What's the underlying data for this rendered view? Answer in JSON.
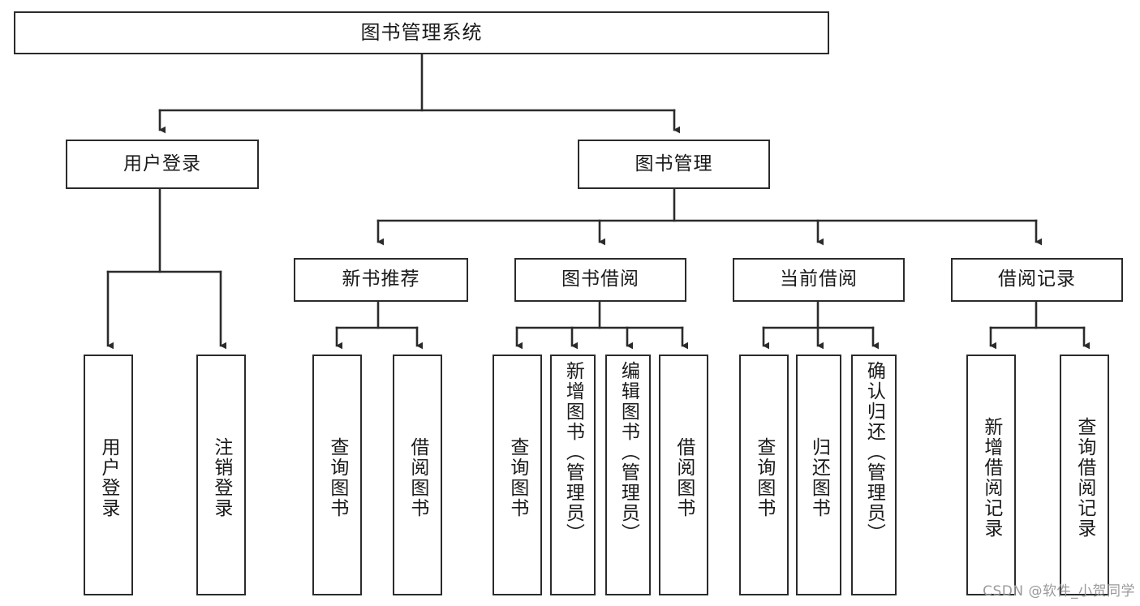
{
  "diagram": {
    "title_text": "图书管理系统",
    "type": "tree-hierarchy",
    "watermark": "CSDN @软件_小贺同学",
    "colors": {
      "box_border": "#2b2b2b",
      "box_fill": "#ffffff",
      "connector": "#2b2b2b",
      "text": "#1a1a1a",
      "watermark": "#9a9a9a",
      "background": "#ffffff"
    },
    "root": {
      "label": "图书管理系统"
    },
    "level2": [
      {
        "label": "用户登录"
      },
      {
        "label": "图书管理"
      }
    ],
    "level3": [
      {
        "label": "新书推荐"
      },
      {
        "label": "图书借阅"
      },
      {
        "label": "当前借阅"
      },
      {
        "label": "借阅记录"
      }
    ],
    "leaves": {
      "user_login": [
        {
          "label": "用户登录"
        },
        {
          "label": "注销登录"
        }
      ],
      "new_book_recommend": [
        {
          "label": "查询图书"
        },
        {
          "label": "借阅图书"
        }
      ],
      "book_borrow": [
        {
          "label": "查询图书"
        },
        {
          "label": "新增图书（管理员）"
        },
        {
          "label": "编辑图书（管理员）"
        },
        {
          "label": "借阅图书"
        }
      ],
      "current_borrow": [
        {
          "label": "查询图书"
        },
        {
          "label": "归还图书"
        },
        {
          "label": "确认归还（管理员）"
        }
      ],
      "borrow_record": [
        {
          "label": "新增借阅记录"
        },
        {
          "label": "查询借阅记录"
        }
      ]
    }
  }
}
